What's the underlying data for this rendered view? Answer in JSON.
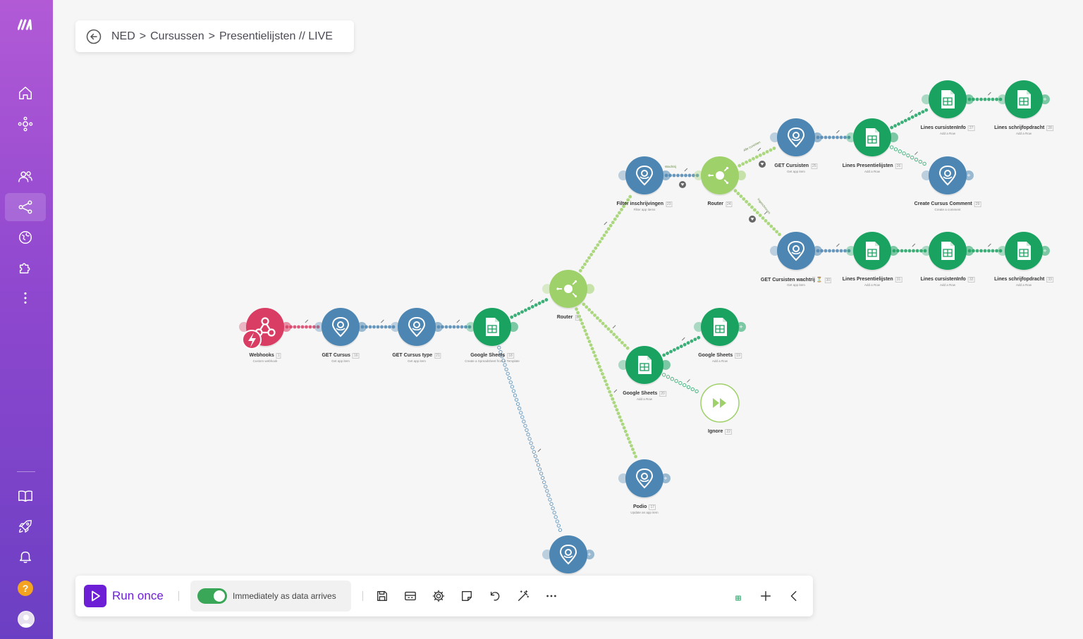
{
  "breadcrumb": {
    "parts": [
      "NED",
      "Cursussen",
      "Presentielijsten // LIVE"
    ],
    "separator": ">"
  },
  "sidebar": {
    "items": [
      {
        "name": "logo",
        "icon": "make-logo-icon"
      },
      {
        "name": "home",
        "icon": "home-icon"
      },
      {
        "name": "organization",
        "icon": "org-icon"
      },
      {
        "name": "team",
        "icon": "users-icon"
      },
      {
        "name": "scenarios",
        "icon": "share-icon",
        "active": true
      },
      {
        "name": "templates",
        "icon": "globe-icon"
      },
      {
        "name": "apps",
        "icon": "puzzle-icon"
      },
      {
        "name": "more",
        "icon": "more-vertical-icon"
      },
      {
        "name": "resources",
        "icon": "book-icon"
      },
      {
        "name": "whats-new",
        "icon": "rocket-icon"
      },
      {
        "name": "notifications",
        "icon": "bell-icon"
      },
      {
        "name": "help",
        "icon": "help-icon",
        "text": "?"
      },
      {
        "name": "profile",
        "icon": "avatar-icon"
      }
    ]
  },
  "modules": [
    {
      "id": "webhooks",
      "name": "Webhooks",
      "desc": "Custom webhook",
      "badge": "1",
      "type": "webhook"
    },
    {
      "id": "get-cursus",
      "name": "GET Cursus",
      "desc": "Get app item",
      "badge": "16",
      "type": "podio"
    },
    {
      "id": "get-cursus-type",
      "name": "GET Cursus type",
      "desc": "Get app item",
      "badge": "21",
      "type": "podio"
    },
    {
      "id": "sheets-main",
      "name": "Google Sheets",
      "desc": "Create a Spreadsheet from a Template",
      "badge": "18",
      "type": "sheets"
    },
    {
      "id": "router-main",
      "name": "Router",
      "desc": "",
      "badge": "8",
      "type": "router"
    },
    {
      "id": "filter-inschrijvingen",
      "name": "Filter inschrijvingen",
      "desc": "Filter app items",
      "badge": "23",
      "type": "podio"
    },
    {
      "id": "router-2",
      "name": "Router",
      "desc": "",
      "badge": "24",
      "type": "router"
    },
    {
      "id": "get-cursisten",
      "name": "GET Cursisten",
      "desc": "Get app item",
      "badge": "25",
      "type": "podio"
    },
    {
      "id": "lines-presentielijsten-1",
      "name": "Lines Presentielijsten",
      "desc": "Add a Row",
      "badge": "26",
      "type": "sheets"
    },
    {
      "id": "lines-cursisteninfo-1",
      "name": "Lines cursistenInfo",
      "desc": "Add a Row",
      "badge": "27",
      "type": "sheets"
    },
    {
      "id": "lines-schrijfopdracht-1",
      "name": "Lines schrijfopdracht",
      "desc": "Add a Row",
      "badge": "28",
      "type": "sheets"
    },
    {
      "id": "create-cursus-comment",
      "name": "Create Cursus Comment",
      "desc": "Create a comment",
      "badge": "29",
      "type": "podio"
    },
    {
      "id": "get-cursisten-wachtrij",
      "name": "GET Cursisten wachtrij ⏳",
      "desc": "Get app item",
      "badge": "30",
      "type": "podio"
    },
    {
      "id": "lines-presentielijsten-2",
      "name": "Lines Presentielijsten",
      "desc": "Add a Row",
      "badge": "31",
      "type": "sheets"
    },
    {
      "id": "lines-cursisteninfo-2",
      "name": "Lines cursistenInfo",
      "desc": "Add a Row",
      "badge": "32",
      "type": "sheets"
    },
    {
      "id": "lines-schrijfopdracht-2",
      "name": "Lines schrijfopdracht",
      "desc": "Add a Row",
      "badge": "33",
      "type": "sheets"
    },
    {
      "id": "sheets-a",
      "name": "Google Sheets",
      "desc": "Add a Row",
      "badge": "19",
      "type": "sheets"
    },
    {
      "id": "sheets-b",
      "name": "Google Sheets",
      "desc": "Add a Row",
      "badge": "20",
      "type": "sheets"
    },
    {
      "id": "ignore",
      "name": "Ignore",
      "desc": "",
      "badge": "22",
      "type": "ignore"
    },
    {
      "id": "podio-update",
      "name": "Podio",
      "desc": "Update an app item",
      "badge": "17",
      "type": "podio"
    },
    {
      "id": "podio-bottom",
      "name": "",
      "desc": "",
      "badge": "",
      "type": "podio"
    }
  ],
  "route_labels": [
    "Alle cursisten",
    "Wachtrij",
    "Ingeschreven"
  ],
  "toolbar": {
    "run_once_label": "Run once",
    "schedule_label": "Immediately as data arrives",
    "schedule_on": true,
    "buttons": [
      {
        "name": "save",
        "icon": "save-icon"
      },
      {
        "name": "blueprint",
        "icon": "blueprint-icon"
      },
      {
        "name": "settings",
        "icon": "gear-icon"
      },
      {
        "name": "notes",
        "icon": "note-icon"
      },
      {
        "name": "undo",
        "icon": "undo-icon"
      },
      {
        "name": "autoalign",
        "icon": "magic-wand-icon"
      },
      {
        "name": "more",
        "icon": "more-horizontal-icon"
      }
    ],
    "tools": [
      {
        "name": "tools",
        "icon": "gear-icon",
        "color": "#9bcf64"
      },
      {
        "name": "flow-control",
        "icon": "flow-control-icon",
        "color": "#a97ee6"
      },
      {
        "name": "text-parser",
        "icon": "bracket-icon",
        "color": "#f06a55"
      }
    ],
    "favorites": [
      {
        "name": "webhooks",
        "icon": "webhook-icon",
        "color": "#d93d63"
      },
      {
        "name": "podio",
        "icon": "podio-icon",
        "color": "#4d86b2"
      },
      {
        "name": "google-sheets",
        "icon": "sheets-icon",
        "color": "#1aa260"
      }
    ]
  },
  "colors": {
    "podio": "#4d86b2",
    "sheets": "#1aa260",
    "router": "#9ed16a",
    "webhook": "#d93d63",
    "accent": "#6d1fd6",
    "toggle": "#3aa657"
  }
}
